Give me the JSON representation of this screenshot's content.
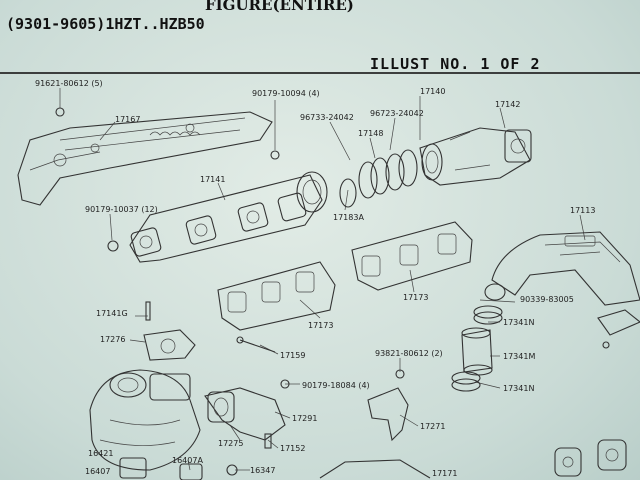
{
  "header": {
    "figure_title": "FIGURE(ENTIRE)",
    "model_line": "(9301-9605)1HZT..HZB50",
    "illust_no": "ILLUST NO. 1 OF 2"
  },
  "parts": {
    "p91621": "91621-80612 (5)",
    "p17167": "17167",
    "p90179a": "90179-10094 (4)",
    "p17140": "17140",
    "p96733": "96733-24042",
    "p96723": "96723-24042",
    "p17142": "17142",
    "p17148": "17148",
    "p17141": "17141",
    "p90179b": "90179-10037 (12)",
    "p17183a": "17183A",
    "p17113": "17113",
    "p17173a": "17173",
    "p17173b": "17173",
    "p90339": "90339-83005",
    "p17341n_a": "17341N",
    "p17341m": "17341M",
    "p17341n_b": "17341N",
    "p17141g": "17141G",
    "p17276": "17276",
    "p17159": "17159",
    "p93821": "93821-80612 (2)",
    "p90179c": "90179-18084 (4)",
    "p17291": "17291",
    "p17271": "17271",
    "p17275": "17275",
    "p17152": "17152",
    "p16421": "16421",
    "p16407a": "16407A",
    "p16407": "16407",
    "p16347": "16347",
    "p17171": "17171"
  }
}
